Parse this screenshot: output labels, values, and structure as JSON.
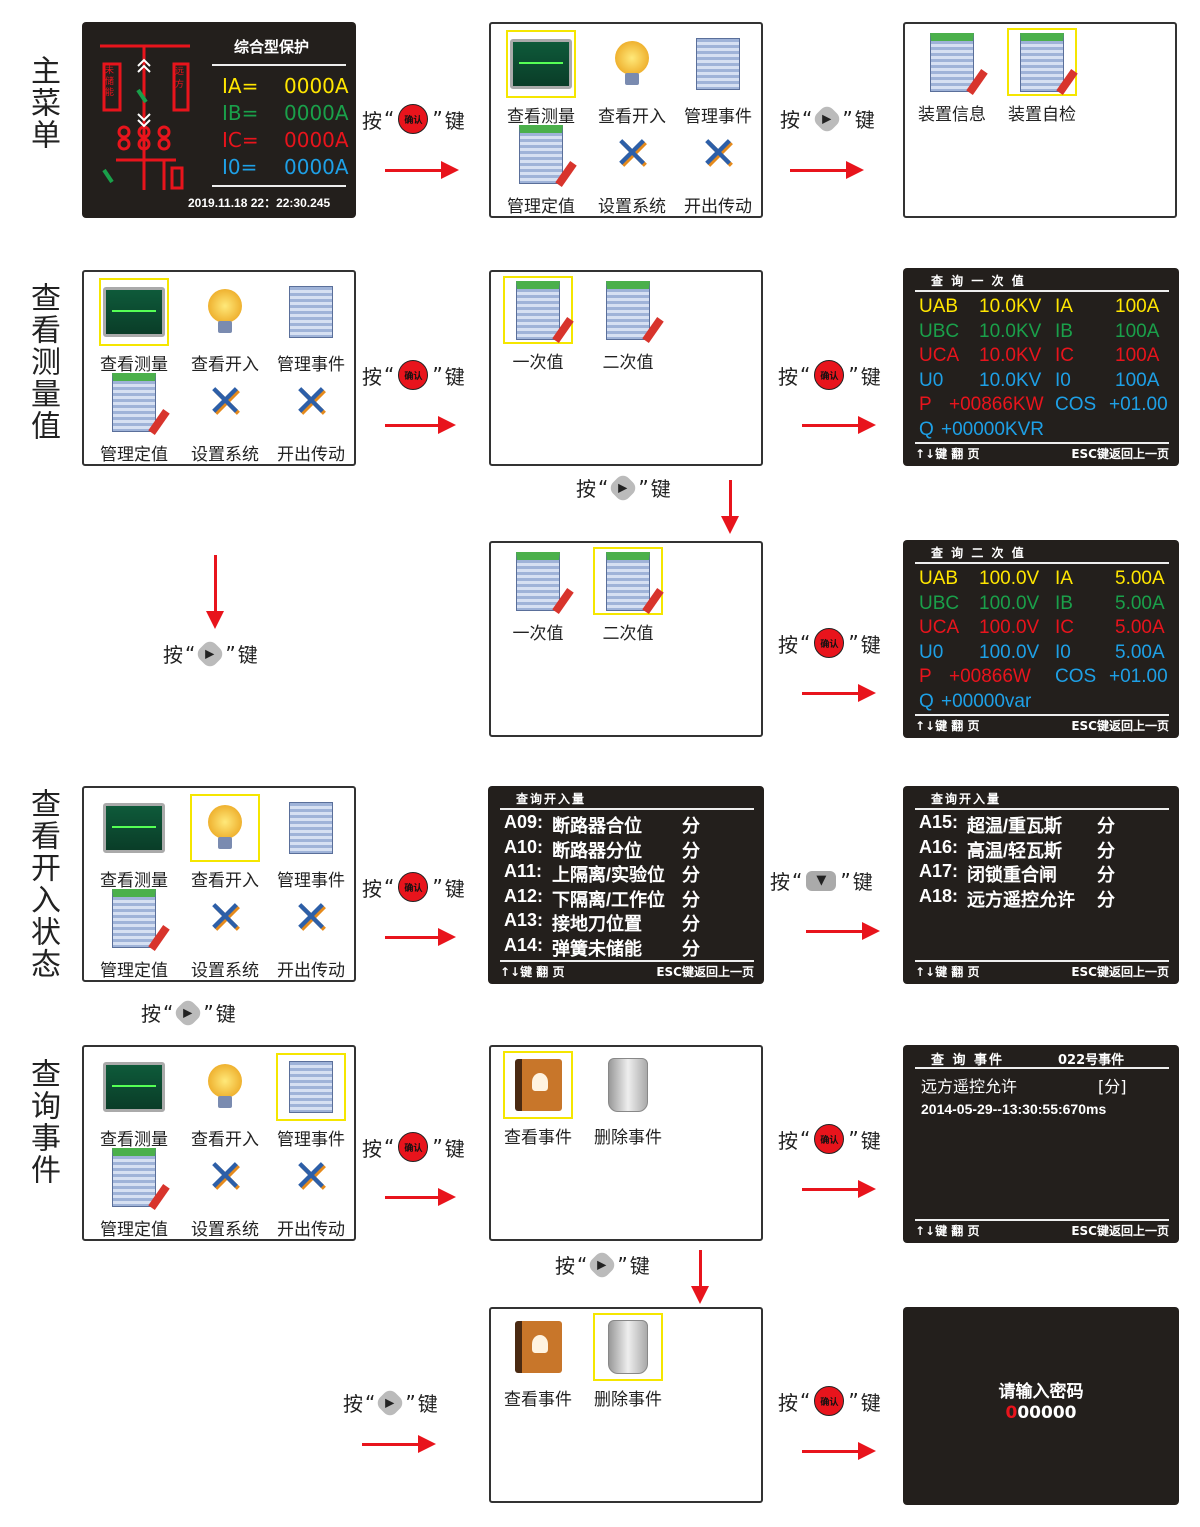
{
  "side_labels": [
    "主菜单",
    "查看测量值",
    "查看开入状态",
    "查询事件"
  ],
  "key_hint": {
    "press": "按",
    "key": "键",
    "open_quote": "“",
    "close_quote": "”",
    "confirm": "确认",
    "right_glyph": "▶",
    "down_glyph": "▼"
  },
  "colors": {
    "yellow": "#ffe600",
    "green": "#1aa04a",
    "red": "#e8141c",
    "blue": "#1ea0e6",
    "highlight": "#f5e600"
  },
  "main_screen": {
    "title": "综合型保护",
    "diagram_labels": [
      "未储能",
      "远方"
    ],
    "readings": [
      {
        "label": "IA=",
        "value": "0000A",
        "color": "#ffe600"
      },
      {
        "label": "IB=",
        "value": "0000A",
        "color": "#1aa04a"
      },
      {
        "label": "IC=",
        "value": "0000A",
        "color": "#e8141c"
      },
      {
        "label": "I0=",
        "value": "0000A",
        "color": "#1ea0e6"
      }
    ],
    "datetime": "2019.11.18  22：22:30.245"
  },
  "main_menu": [
    {
      "label": "查看测量",
      "icon": "monitor"
    },
    {
      "label": "查看开入",
      "icon": "bulb"
    },
    {
      "label": "管理事件",
      "icon": "doc"
    },
    {
      "label": "管理定值",
      "icon": "doc-edit"
    },
    {
      "label": "设置系统",
      "icon": "tools"
    },
    {
      "label": "开出传动",
      "icon": "tools"
    }
  ],
  "device_menu": [
    {
      "label": "装置信息",
      "icon": "doc-edit"
    },
    {
      "label": "装置自检",
      "icon": "doc-edit"
    }
  ],
  "measure_menu": [
    {
      "label": "一次值",
      "icon": "doc-edit"
    },
    {
      "label": "二次值",
      "icon": "doc-edit"
    }
  ],
  "event_menu": [
    {
      "label": "查看事件",
      "icon": "book"
    },
    {
      "label": "删除事件",
      "icon": "trash"
    }
  ],
  "footer": {
    "left": "↑↓键 翻 页",
    "right": "ESC键返回上一页"
  },
  "primary_screen": {
    "title": "查 询 一 次 值",
    "rows": [
      {
        "a": "UAB",
        "b": "10.0KV",
        "c": "IA",
        "d": "100A",
        "color": "#ffe600"
      },
      {
        "a": "UBC",
        "b": "10.0KV",
        "c": "IB",
        "d": "100A",
        "color": "#1aa04a"
      },
      {
        "a": "UCA",
        "b": "10.0KV",
        "c": "IC",
        "d": "100A",
        "color": "#e8141c"
      },
      {
        "a": "U0",
        "b": "10.0KV",
        "c": "I0",
        "d": "100A",
        "color": "#1ea0e6"
      },
      {
        "a": "P",
        "b": "+00866KW",
        "c": "COS",
        "d": "+01.00",
        "color": "#e8141c",
        "color2": "#1ea0e6"
      },
      {
        "a": "Q",
        "b": "+00000KVR",
        "c": "",
        "d": "",
        "color": "#1ea0e6"
      }
    ]
  },
  "secondary_screen": {
    "title": "查 询 二 次 值",
    "rows": [
      {
        "a": "UAB",
        "b": "100.0V",
        "c": "IA",
        "d": "5.00A",
        "color": "#ffe600"
      },
      {
        "a": "UBC",
        "b": "100.0V",
        "c": "IB",
        "d": "5.00A",
        "color": "#1aa04a"
      },
      {
        "a": "UCA",
        "b": "100.0V",
        "c": "IC",
        "d": "5.00A",
        "color": "#e8141c"
      },
      {
        "a": "U0",
        "b": "100.0V",
        "c": "I0",
        "d": "5.00A",
        "color": "#1ea0e6"
      },
      {
        "a": "P",
        "b": "+00866W",
        "c": "COS",
        "d": "+01.00",
        "color": "#e8141c",
        "color2": "#1ea0e6"
      },
      {
        "a": "Q",
        "b": "+00000var",
        "c": "",
        "d": "",
        "color": "#1ea0e6"
      }
    ]
  },
  "input_screen_1": {
    "title": "查询开入量",
    "rows": [
      {
        "code": "A09:",
        "name": "断路器合位",
        "state": "分"
      },
      {
        "code": "A10:",
        "name": "断路器分位",
        "state": "分"
      },
      {
        "code": "A11:",
        "name": "上隔离/实验位",
        "state": "分"
      },
      {
        "code": "A12:",
        "name": "下隔离/工作位",
        "state": "分"
      },
      {
        "code": "A13:",
        "name": "接地刀位置",
        "state": "分"
      },
      {
        "code": "A14:",
        "name": "弹簧未储能",
        "state": "分"
      }
    ]
  },
  "input_screen_2": {
    "title": "查询开入量",
    "rows": [
      {
        "code": "A15:",
        "name": "超温/重瓦斯",
        "state": "分"
      },
      {
        "code": "A16:",
        "name": "高温/轻瓦斯",
        "state": "分"
      },
      {
        "code": "A17:",
        "name": "闭锁重合闸",
        "state": "分"
      },
      {
        "code": "A18:",
        "name": "远方遥控允许",
        "state": "分"
      }
    ]
  },
  "event_screen": {
    "title": "查 询  事件",
    "number": "022号事件",
    "event_name": "远方遥控允许",
    "event_state": "[分]",
    "timestamp": "2014-05-29--13:30:55:670ms"
  },
  "password_screen": {
    "prompt": "请输入密码",
    "first_digit": "0",
    "rest_digits": "00000"
  }
}
